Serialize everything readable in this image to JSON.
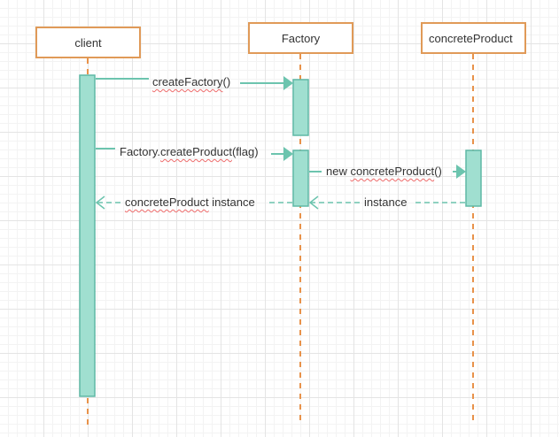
{
  "diagram": {
    "lifelines": {
      "client": "client",
      "factory": "Factory",
      "product": "concreteProduct"
    },
    "messages": {
      "create_factory": {
        "prefix": "",
        "underlined": "createFactory",
        "suffix": "()"
      },
      "create_product": {
        "prefix": "Factory.",
        "underlined": "createProduct",
        "suffix": "(flag)"
      },
      "new_product": {
        "prefix": "new ",
        "underlined": "concreteProduct",
        "suffix": "()"
      },
      "instance_return": {
        "prefix": "instance",
        "underlined": "",
        "suffix": ""
      },
      "product_instance": {
        "prefix": "",
        "underlined": "concreteProduct",
        "suffix": " instance"
      }
    },
    "colors": {
      "lifeline_border": "#e09a58",
      "lifeline_dash": "#e8924a",
      "activation_fill": "#a0dfd0",
      "activation_border": "#5fb8a5",
      "arrow": "#6cc4ae",
      "spellcheck_underline": "#ee6b6b",
      "grid": "#e4e4e4"
    }
  }
}
